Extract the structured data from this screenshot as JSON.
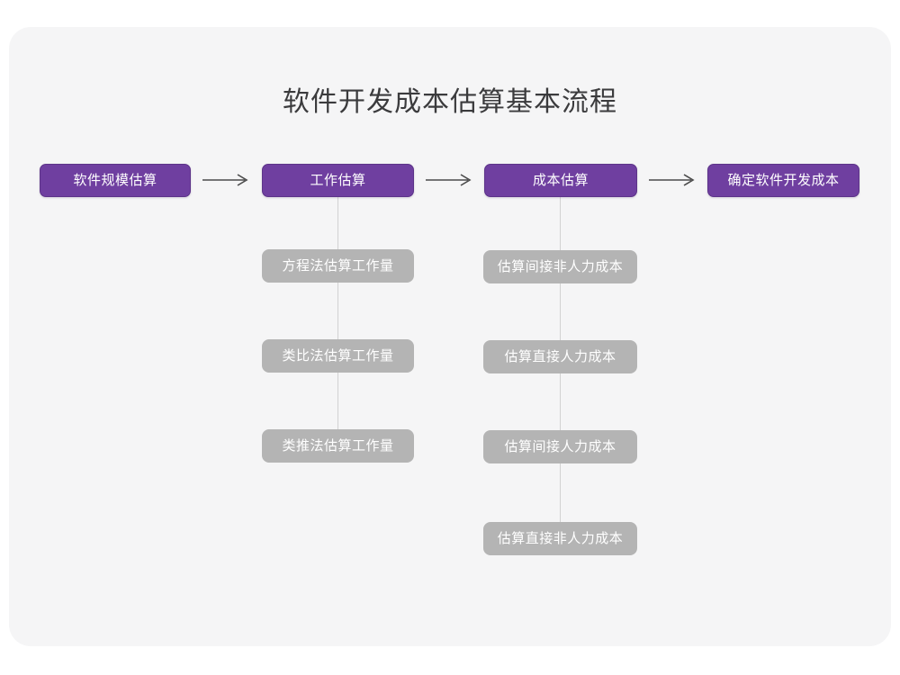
{
  "title": "软件开发成本估算基本流程",
  "colors": {
    "card_bg": "#f5f5f6",
    "page_bg": "#ffffff",
    "primary": "#6f3fa0",
    "primary_border": "#5d3489",
    "sub": "#b4b4b4",
    "line": "#d2d2d2",
    "title_text": "#3b3b3d",
    "node_text": "#ffffff",
    "arrow": "#4a4a4a"
  },
  "flow": {
    "stages": [
      {
        "label": "软件规模估算",
        "substeps": []
      },
      {
        "label": "工作估算",
        "substeps": [
          "方程法估算工作量",
          "类比法估算工作量",
          "类推法估算工作量"
        ]
      },
      {
        "label": "成本估算",
        "substeps": [
          "估算间接非人力成本",
          "估算直接人力成本",
          "估算间接人力成本",
          "估算直接非人力成本"
        ]
      },
      {
        "label": "确定软件开发成本",
        "substeps": []
      }
    ],
    "connectors": [
      {
        "name": "arrow-stage-1-to-2",
        "glyph": "→"
      },
      {
        "name": "arrow-stage-2-to-3",
        "glyph": "→"
      },
      {
        "name": "arrow-stage-3-to-4",
        "glyph": "→"
      }
    ]
  }
}
